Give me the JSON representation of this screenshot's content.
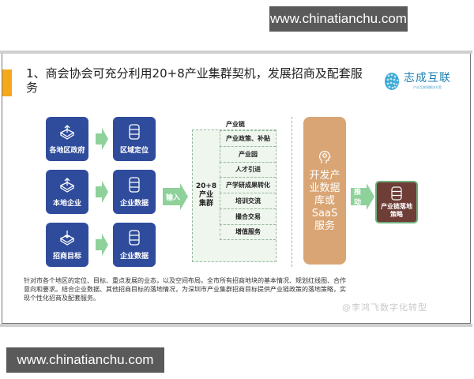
{
  "watermarks": {
    "top_url": "www.chinatianchu.com",
    "bottom_url": "www.chinatianchu.com",
    "image_watermark": "@李鸿飞数字化转型"
  },
  "slide": {
    "title": "1、商会协会可充分利用20+8产业集群契机，发展招商及配套服务",
    "logo": {
      "name": "志成互联",
      "tagline": "产业互联网解决方案"
    },
    "sources": [
      {
        "label": "各地区政府",
        "icon": "upload-tray-icon",
        "target": "区域定位"
      },
      {
        "label": "本地企业",
        "icon": "upload-tray-icon",
        "target": "企业数据"
      },
      {
        "label": "招商目标",
        "icon": "download-tray-icon",
        "target": "企业数据"
      }
    ],
    "input_arrow_label": "输入",
    "industry_chain": {
      "title": "产业链",
      "cluster_label_line1": "20+8",
      "cluster_label_line2": "产业",
      "cluster_label_line3": "集群",
      "items": [
        "产业政策、补贴",
        "产业园",
        "人才引进",
        "产学研成果转化",
        "培训交流",
        "撮合交易",
        "增值服务"
      ]
    },
    "saas_box": {
      "lines": [
        "开发产",
        "业数据",
        "库或",
        "SaaS",
        "服务"
      ]
    },
    "push_arrow_label": "推动",
    "strategy_box": {
      "line1": "产业链落地",
      "line2": "策略"
    },
    "description": "针对市各个地区的定位、目标、重点发展的业态，以及空间布局。全市所有招商地块的基本情况、规划红线图、合作意向和要求。结合企业数据、其他招商目标的落地情况，为深圳市产业集群招商目标提供产业链政策的落地策略，实现个性化招商及配套服务。"
  },
  "colors": {
    "accent_orange": "#f5a81c",
    "source_blue": "#2f4c9c",
    "arrow_green": "#8fd19a",
    "saas_tan": "#d9a574",
    "strategy_brown": "#6e3d36",
    "logo_blue": "#1b7fb3"
  }
}
